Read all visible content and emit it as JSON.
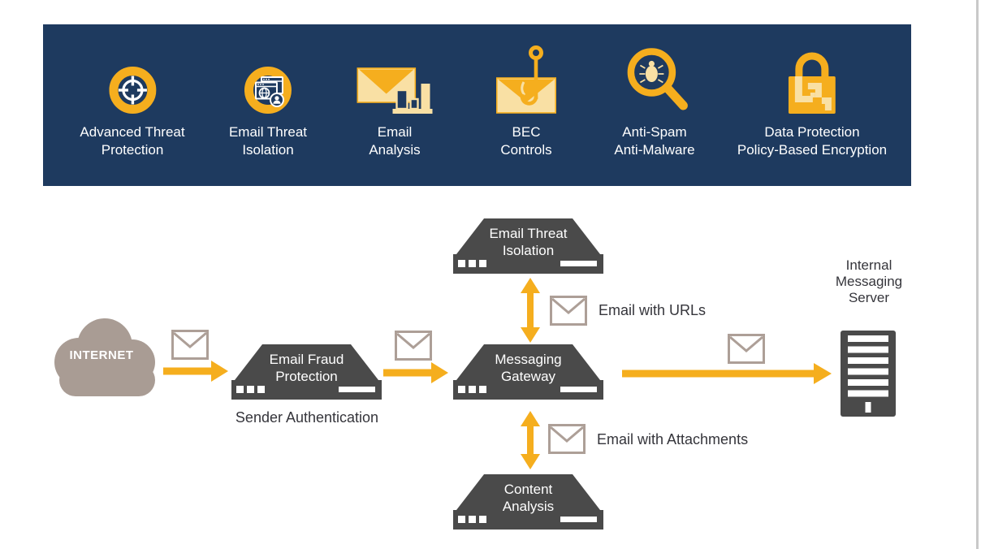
{
  "banner": {
    "items": [
      {
        "line1": "Advanced Threat",
        "line2": "Protection",
        "icon": "target-icon"
      },
      {
        "line1": "Email Threat",
        "line2": "Isolation",
        "icon": "browser-isolation-icon"
      },
      {
        "line1": "Email",
        "line2": "Analysis",
        "icon": "email-analysis-icon"
      },
      {
        "line1": "BEC",
        "line2": "Controls",
        "icon": "phishing-hook-icon"
      },
      {
        "line1": "Anti-Spam",
        "line2": "Anti-Malware",
        "icon": "magnifier-bug-icon"
      },
      {
        "line1": "Data Protection",
        "line2": "Policy-Based Encryption",
        "icon": "encryption-lock-icon"
      }
    ]
  },
  "diagram": {
    "internet": "INTERNET",
    "servers": {
      "email_fraud": {
        "line1": "Email Fraud",
        "line2": "Protection"
      },
      "gateway": {
        "line1": "Messaging",
        "line2": "Gateway"
      },
      "isolation": {
        "line1": "Email Threat",
        "line2": "Isolation"
      },
      "content": {
        "line1": "Content",
        "line2": "Analysis"
      }
    },
    "labels": {
      "sender_auth": "Sender Authentication",
      "email_urls": "Email with URLs",
      "email_attachments": "Email with Attachments",
      "internal1": "Internal",
      "internal2": "Messaging",
      "internal3": "Server"
    }
  },
  "colors": {
    "banner_navy": "#1e3a5f",
    "gold": "#f5ae1e",
    "light_gold": "#f9e0a4",
    "server_gray": "#4a4a4a",
    "cloud_taupe": "#a99c94",
    "envelope_outline": "#ad9f97",
    "text_dark": "#35353b",
    "page_edge": "#c9c9c9"
  }
}
